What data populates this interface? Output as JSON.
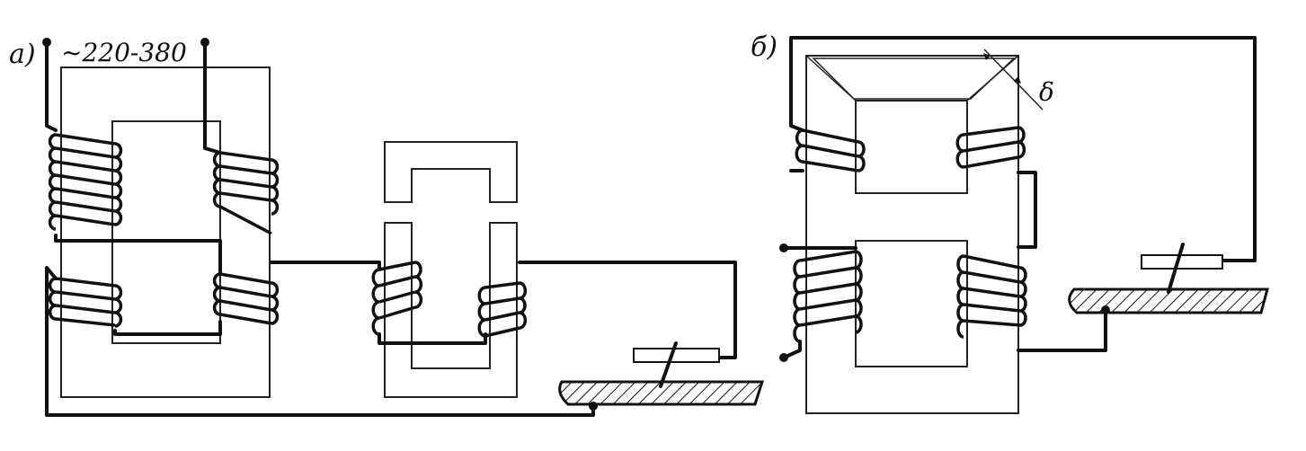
{
  "figure_a": {
    "label": "а)",
    "voltage_label": "~220-380"
  },
  "figure_b": {
    "label": "б)",
    "gap_label": "δ"
  },
  "colors": {
    "ink": "#111111",
    "paper": "#ffffff"
  }
}
